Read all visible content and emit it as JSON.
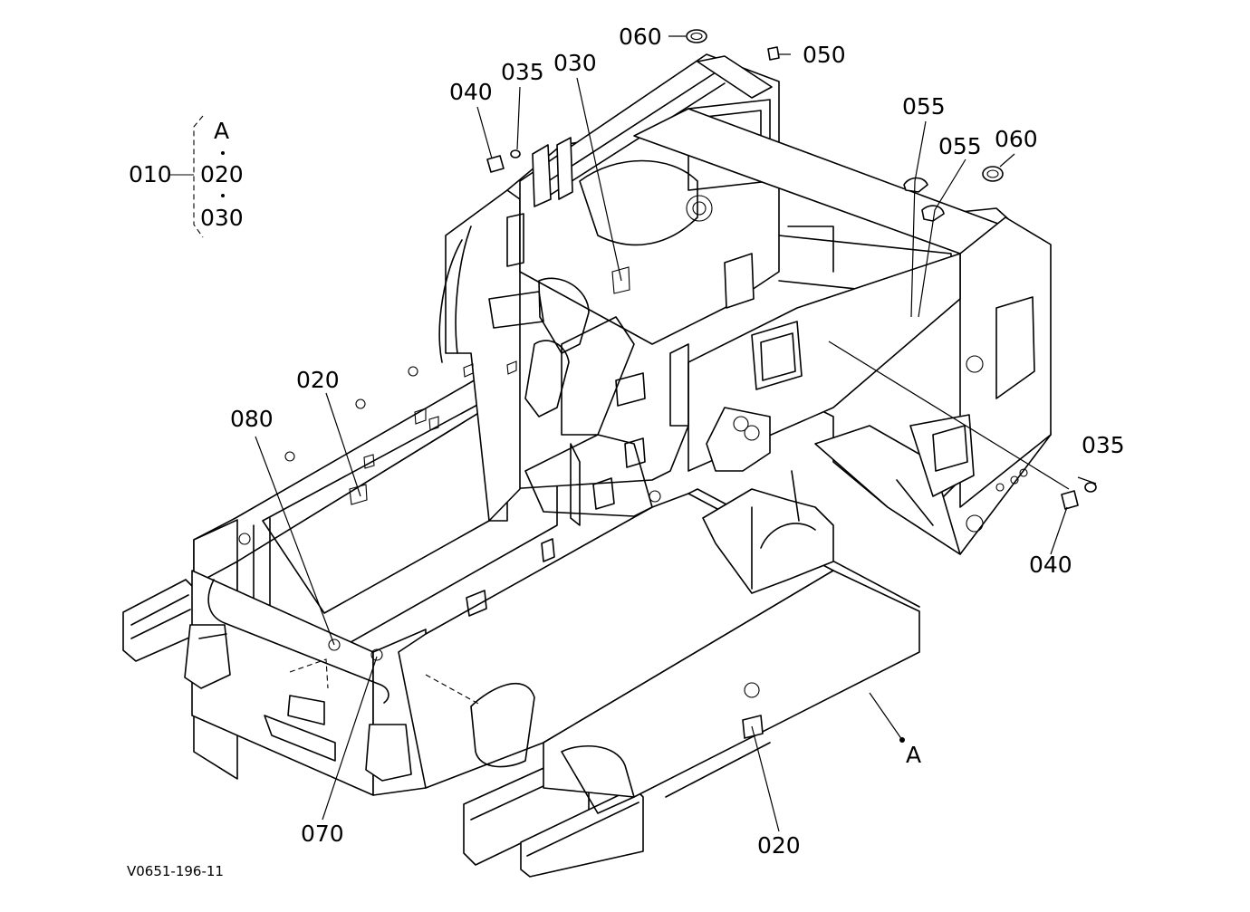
{
  "diagram": {
    "drawing_number": "V0651-196-11",
    "group": {
      "parent": "010",
      "children": [
        "A",
        "020",
        "030"
      ]
    },
    "callouts": {
      "c060_top": "060",
      "c050": "050",
      "c035_top": "035",
      "c030": "030",
      "c040_top": "040",
      "c055_a": "055",
      "c055_b": "055",
      "c060_right": "060",
      "c035_right": "035",
      "c040_right": "040",
      "c020_left": "020",
      "c080": "080",
      "c070": "070",
      "c020_bottom": "020",
      "cA_ref": "A"
    }
  }
}
